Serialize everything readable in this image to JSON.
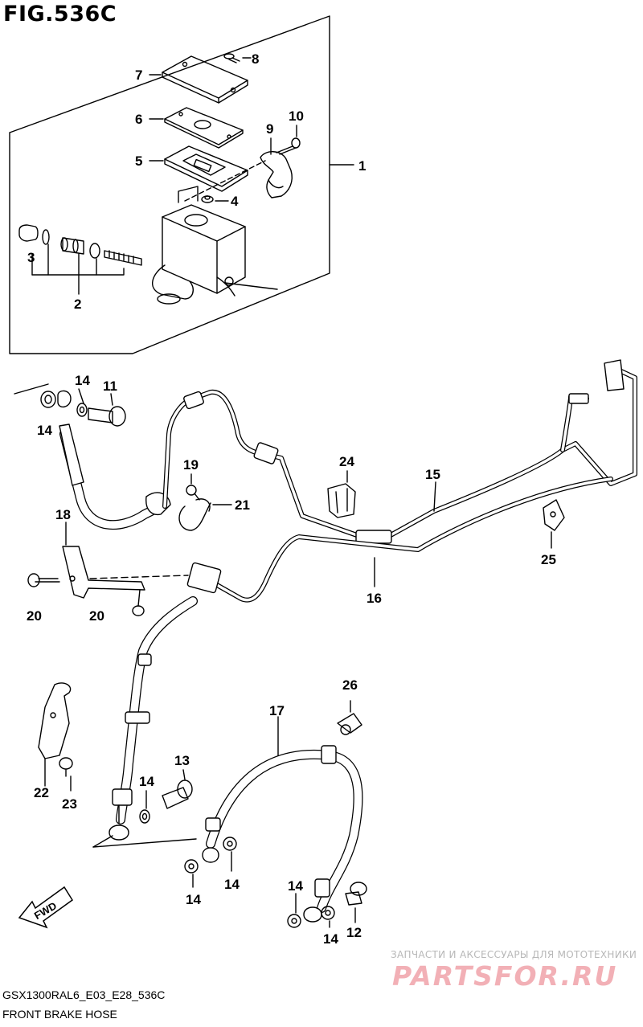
{
  "figure": {
    "title": "FIG.536C",
    "model_code": "GSX1300RAL6_E03_E28_536C",
    "caption": "FRONT BRAKE HOSE"
  },
  "watermark": {
    "tagline": "ЗАПЧАСТИ И АКСЕССУАРЫ ДЛЯ МОТОТЕХНИКИ",
    "logo_text": "PARTSFOR.RU"
  },
  "direction_arrow": "FWD",
  "callouts": {
    "c1": "1",
    "c2": "2",
    "c3": "3",
    "c4": "4",
    "c5": "5",
    "c6": "6",
    "c7": "7",
    "c8": "8",
    "c9": "9",
    "c10": "10",
    "c11": "11",
    "c12": "12",
    "c13": "13",
    "c14a": "14",
    "c14b": "14",
    "c14c": "14",
    "c14d": "14",
    "c14e": "14",
    "c14f": "14",
    "c14g": "14",
    "c15": "15",
    "c16": "16",
    "c17": "17",
    "c18": "18",
    "c19": "19",
    "c20a": "20",
    "c20b": "20",
    "c21": "21",
    "c22": "22",
    "c23": "23",
    "c24": "24",
    "c25": "25",
    "c26": "26"
  },
  "colors": {
    "line": "#000000",
    "watermark_grey": "#b8b8b8",
    "watermark_pink": "#f2b0b6"
  }
}
